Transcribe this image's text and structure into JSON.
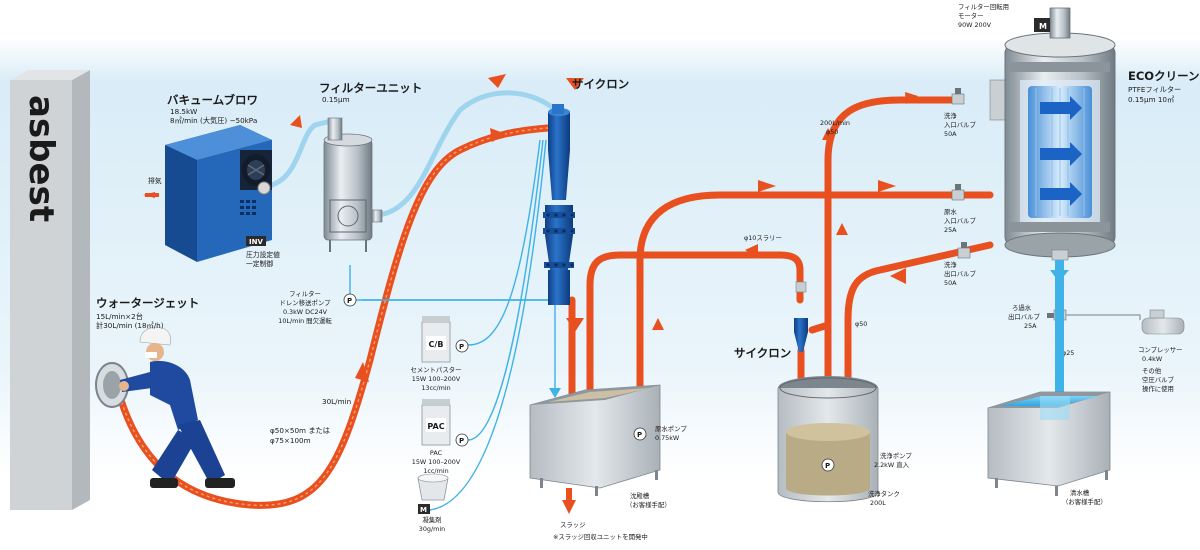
{
  "wall": {
    "brand": "asbest"
  },
  "vacuum": {
    "title": "バキュームブロワ",
    "spec1": "18.5kW",
    "spec2": "8㎥/min (大気圧) −50kPa",
    "exhaust": "排気",
    "inv_badge": "INV",
    "inv_note1": "圧力設定値",
    "inv_note2": "一定制御"
  },
  "filter_unit": {
    "title": "フィルターユニット",
    "spec": "0.15μm",
    "drain1": "フィルター",
    "drain2": "ドレン移送ポンプ",
    "drain3": "0.3kW DC24V",
    "drain4": "10L/min 間欠運転"
  },
  "cyclone_main": {
    "title": "サイクロン"
  },
  "waterjet": {
    "title": "ウォータージェット",
    "spec1": "15L/min×2台",
    "spec2": "計30L/min (18㎥/h)"
  },
  "hose": {
    "flow": "30L/min",
    "size1": "φ50×50m または",
    "size2": "φ75×100m"
  },
  "cb": {
    "badge": "C/B",
    "name": "セメントパスター",
    "spec1": "15W 100–200V",
    "spec2": "13cc/min"
  },
  "pac": {
    "badge": "PAC",
    "name": "PAC",
    "spec1": "15W 100–200V",
    "spec2": "1cc/min"
  },
  "coag": {
    "badge": "M",
    "name": "凝集剤",
    "spec": "30g/min"
  },
  "sludge": {
    "label": "スラッジ",
    "note": "※スラッジ回収ユニットを開発中"
  },
  "settling": {
    "pump1": "原水ポンプ",
    "pump2": "0.75kW",
    "name1": "沈殿槽",
    "name2": "（お客様手配）"
  },
  "slurry": {
    "label": "φ10スラリー"
  },
  "cyclone_small": {
    "title": "サイクロン"
  },
  "wash_tank": {
    "pump1": "洗浄ポンプ",
    "pump2": "2.2kW 直入",
    "name1": "洗浄タンク",
    "name2": "200L"
  },
  "pipe_labels": {
    "flow_200": "200L/min",
    "d50_top": "φ50",
    "d50_mid": "φ50",
    "d25": "φ25"
  },
  "motor": {
    "line1": "フィルター回転用",
    "line2": "モーター",
    "line3": "90W 200V",
    "badge": "M"
  },
  "eco": {
    "title": "ECOクリーン",
    "spec1": "PTFEフィルター",
    "spec2": "0.15μm 10㎡"
  },
  "valves": {
    "wash_in": [
      "洗浄",
      "入口バルブ",
      "50A"
    ],
    "raw_in": [
      "原水",
      "入口バルブ",
      "25A"
    ],
    "wash_out": [
      "洗浄",
      "出口バルブ",
      "50A"
    ],
    "filtrate_out": [
      "ろ過水",
      "出口バルブ",
      "25A"
    ]
  },
  "compressor": {
    "name": "コンプレッサー",
    "spec": "0.4kW",
    "note1": "その他",
    "note2": "空圧バルブ",
    "note3": "操作に使用"
  },
  "clean_tank": {
    "name1": "清水槽",
    "name2": "（お客様手配）"
  },
  "pump_glyph": "P",
  "colors": {
    "pipe_orange": "#e8501f",
    "water_blue": "#3fb2e8",
    "steel": "#a9b3ba",
    "vacuum_blue": "#1f5fae",
    "sky": "#e2f0f8"
  }
}
